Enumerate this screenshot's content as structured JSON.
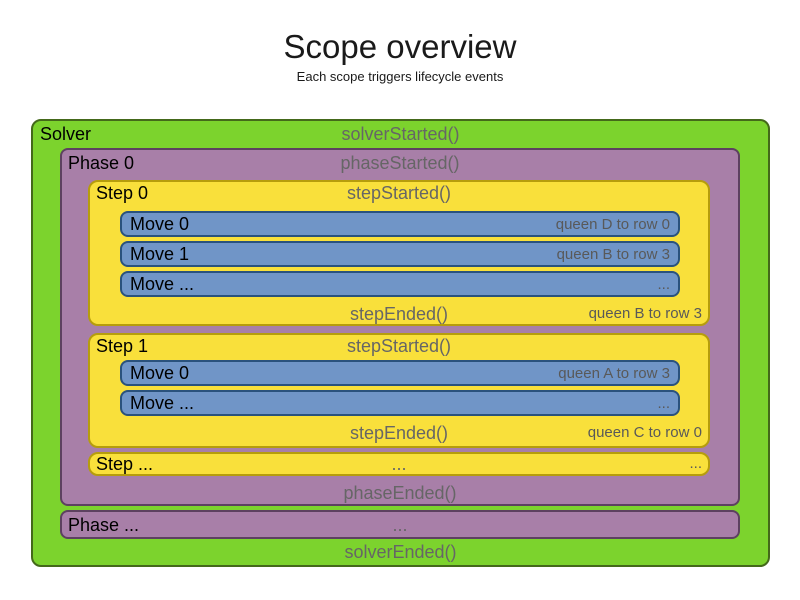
{
  "title": "Scope overview",
  "subtitle": "Each scope triggers lifecycle events",
  "colors": {
    "solver_fill": "#7cd32d",
    "solver_border": "#44691a",
    "phase_fill": "#a87fa8",
    "phase_border": "#5d4160",
    "step_fill": "#f9e03b",
    "step_border": "#b69d0c",
    "move_fill": "#7095c7",
    "move_border": "#2a527d",
    "label_text": "#000000",
    "event_text": "#666666",
    "note_text": "#595959"
  },
  "solver": {
    "label": "Solver",
    "started": "solverStarted()",
    "ended": "solverEnded()",
    "phase": {
      "label": "Phase 0",
      "started": "phaseStarted()",
      "ended": "phaseEnded()",
      "steps": [
        {
          "label": "Step 0",
          "started": "stepStarted()",
          "ended": "stepEnded()",
          "ended_note": "queen B to row 3",
          "moves": [
            {
              "label": "Move 0",
              "note": "queen D to row 0"
            },
            {
              "label": "Move 1",
              "note": "queen B to row 3"
            },
            {
              "label": "Move ...",
              "note": "..."
            }
          ]
        },
        {
          "label": "Step 1",
          "started": "stepStarted()",
          "ended": "stepEnded()",
          "ended_note": "queen C to row 0",
          "moves": [
            {
              "label": "Move 0",
              "note": "queen A to row 3"
            },
            {
              "label": "Move ...",
              "note": "..."
            }
          ]
        }
      ],
      "step_more": {
        "label": "Step ...",
        "center_note": "...",
        "right_note": "..."
      }
    },
    "phase_more": {
      "label": "Phase ...",
      "center_note": "..."
    }
  }
}
